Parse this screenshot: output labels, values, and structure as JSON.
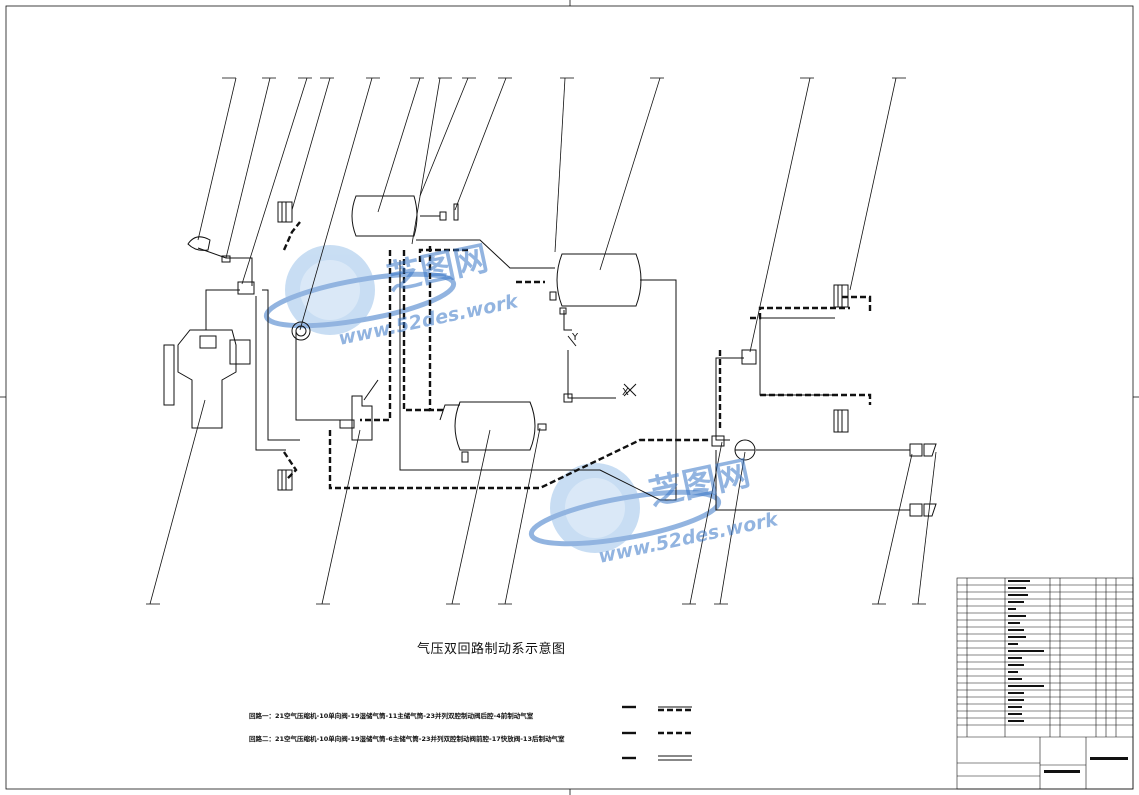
{
  "title": "气压双回路制动系示意图",
  "circuit_notes": [
    "回路一：21空气压缩机-10单向阀-19湿储气筒-11主储气筒-23并列双腔制动阀后腔-4前制动气室",
    "回路二：21空气压缩机-10单向阀-19湿储气筒-6主储气筒-23并列双腔制动阀前腔-17快放阀-13后制动气室"
  ],
  "watermark": {
    "brand": "芝图网",
    "url": "www.52des.work"
  },
  "axis_labels": {
    "x": "X",
    "y": "Y"
  },
  "colors": {
    "line": "#111111",
    "watermark_blue": "#3a78c8",
    "watermark_light": "#9cc3ea"
  },
  "icons": [
    "compressor",
    "reservoir",
    "brake-chamber",
    "brake-valve",
    "quick-release-valve",
    "pressure-gauge",
    "trailer-coupling"
  ]
}
